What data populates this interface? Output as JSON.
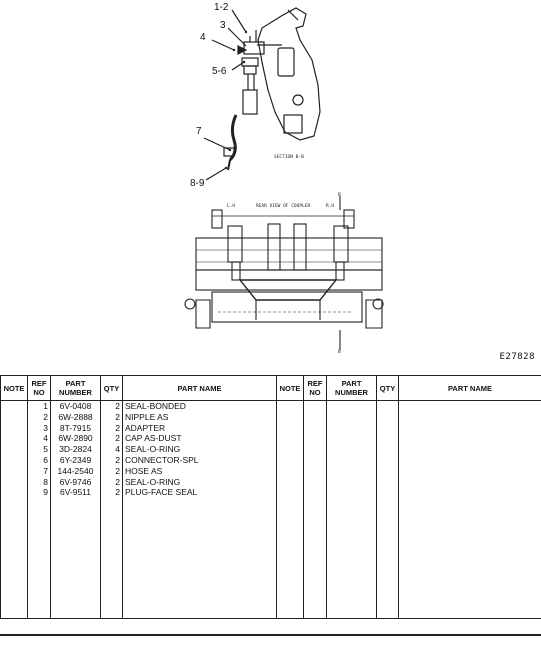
{
  "figure": {
    "callouts": [
      "1-2",
      "3",
      "4",
      "5-6",
      "7",
      "8-9"
    ],
    "section_label": "SECTION B-B",
    "view_title": "REAR VIEW OF COUPLER",
    "view_left_tag": "L.H",
    "view_right_tag": "R.H",
    "section_markers": [
      "B",
      "B"
    ],
    "figure_id": "E27828"
  },
  "table": {
    "headers": {
      "note": "NOTE",
      "ref_no": [
        "REF",
        "NO"
      ],
      "part_number": [
        "PART",
        "NUMBER"
      ],
      "qty": "QTY",
      "part_name": "PART NAME"
    },
    "rows": [
      {
        "ref": "1",
        "part_number": "6V-0408",
        "qty": "2",
        "name": "SEAL-BONDED"
      },
      {
        "ref": "2",
        "part_number": "6W-2888",
        "qty": "2",
        "name": "NIPPLE AS"
      },
      {
        "ref": "3",
        "part_number": "8T-7915",
        "qty": "2",
        "name": "ADAPTER"
      },
      {
        "ref": "4",
        "part_number": "6W-2890",
        "qty": "2",
        "name": "CAP AS-DUST"
      },
      {
        "ref": "5",
        "part_number": "3D-2824",
        "qty": "4",
        "name": "SEAL-O-RING"
      },
      {
        "ref": "6",
        "part_number": "6Y-2349",
        "qty": "2",
        "name": "CONNECTOR-SPL"
      },
      {
        "ref": "7",
        "part_number": "144-2540",
        "qty": "2",
        "name": "HOSE AS"
      },
      {
        "ref": "8",
        "part_number": "6V-9746",
        "qty": "2",
        "name": "SEAL-O-RING"
      },
      {
        "ref": "9",
        "part_number": "6V-9511",
        "qty": "2",
        "name": "PLUG-FACE SEAL"
      }
    ]
  }
}
